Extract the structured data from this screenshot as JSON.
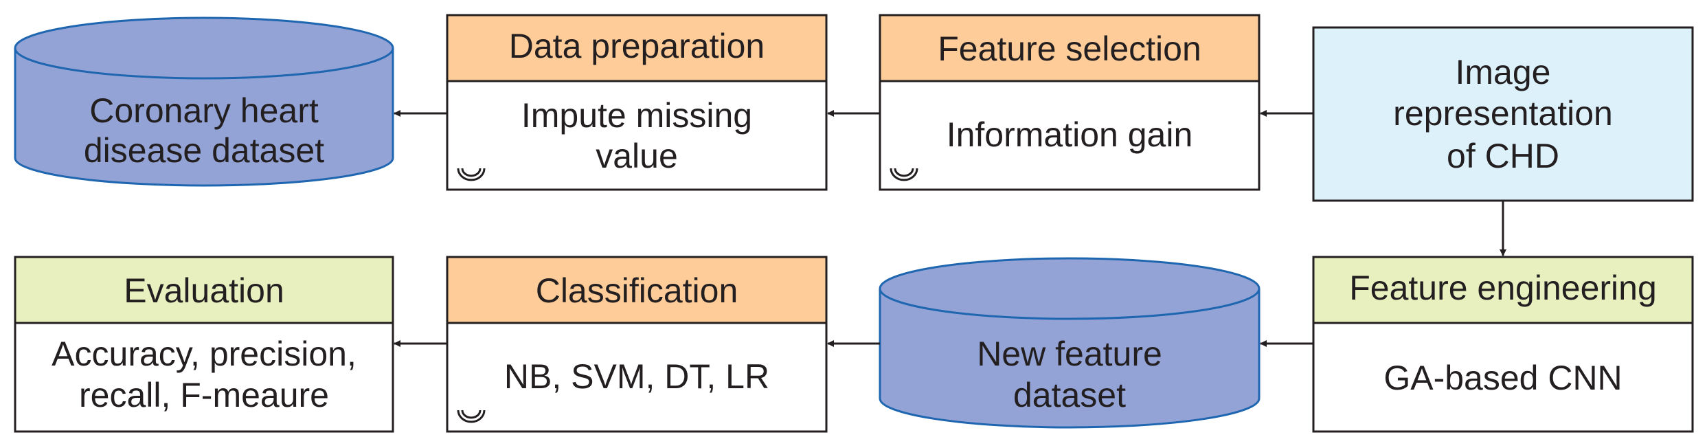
{
  "colors": {
    "header_orange": "#fdcc99",
    "header_green": "#e8f0c0",
    "cylinder_fill": "#94a3d6",
    "cylinder_stroke": "#1f66b0",
    "image_box_fill": "#ddf1fb",
    "border": "#231f20"
  },
  "nodes": {
    "dataset": {
      "lines": [
        "Coronary heart",
        "disease dataset"
      ]
    },
    "data_prep": {
      "title": "Data preparation",
      "lines": [
        "Impute missing",
        "value"
      ],
      "icon": "eye-icon"
    },
    "feature_sel": {
      "title": "Feature selection",
      "lines": [
        "Information gain"
      ],
      "icon": "eye-icon"
    },
    "image_rep": {
      "lines": [
        "Image",
        "representation",
        "of CHD"
      ]
    },
    "feature_eng": {
      "title": "Feature engineering",
      "lines": [
        "GA-based CNN"
      ]
    },
    "new_dataset": {
      "lines": [
        "New feature",
        "dataset"
      ]
    },
    "classification": {
      "title": "Classification",
      "lines": [
        "NB, SVM, DT, LR"
      ],
      "icon": "eye-icon"
    },
    "evaluation": {
      "title": "Evaluation",
      "lines": [
        "Accuracy, precision,",
        "recall, F-meaure"
      ]
    }
  }
}
